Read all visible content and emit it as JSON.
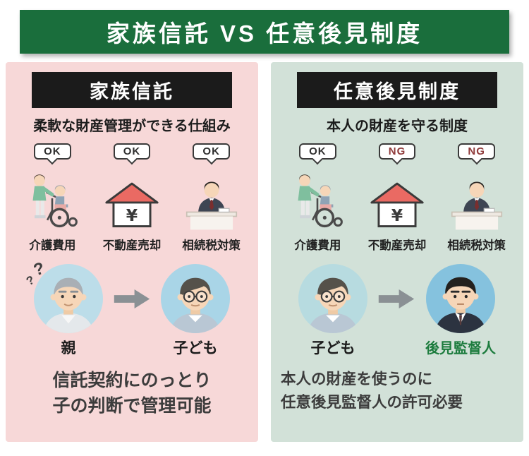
{
  "title": "家族信託 VS 任意後見制度",
  "colors": {
    "banner_green": "#1a6e3c",
    "left_panel_pink": "#f7d8d8",
    "right_panel_green": "#d2e1d8",
    "header_black": "#1b1b1b",
    "supervisor_label_green": "#1d7c3e",
    "house_roof_red": "#ea6a63"
  },
  "icons": {
    "yen": "¥",
    "arrow_right": "→",
    "question": "?"
  },
  "left": {
    "header": "家族信託",
    "subtitle": "柔軟な財産管理ができる仕組み",
    "items": [
      {
        "badge": "OK",
        "label": "介護費用"
      },
      {
        "badge": "OK",
        "label": "不動産売却"
      },
      {
        "badge": "OK",
        "label": "相続税対策"
      }
    ],
    "flow": {
      "from": "親",
      "to": "子ども"
    },
    "desc1": "信託契約にのっとり",
    "desc2": "子の判断で管理可能"
  },
  "right": {
    "header": "任意後見制度",
    "subtitle": "本人の財産を守る制度",
    "items": [
      {
        "badge": "OK",
        "label": "介護費用"
      },
      {
        "badge": "NG",
        "label": "不動産売却"
      },
      {
        "badge": "NG",
        "label": "相続税対策"
      }
    ],
    "flow": {
      "from": "子ども",
      "to": "後見監督人"
    },
    "desc1": "本人の財産を使うのに",
    "desc2": "任意後見監督人の許可必要"
  }
}
